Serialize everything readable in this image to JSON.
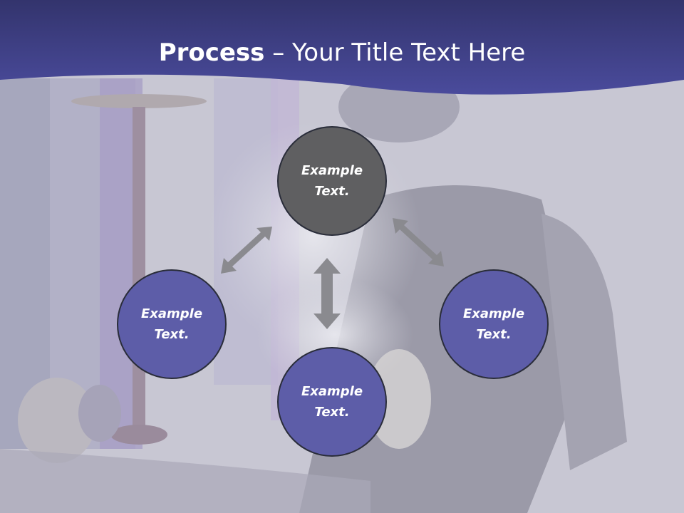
{
  "title": {
    "bold": "Process",
    "rest": " – Your Title Text Here"
  },
  "colors": {
    "band": "#3c3d8a",
    "center_node": "#5f5f61",
    "outer_node": "#5d5da8",
    "arrow": "#8a8a8f"
  },
  "diagram": {
    "nodes": [
      {
        "id": "top",
        "label": "Example Text."
      },
      {
        "id": "left",
        "label": "Example Text."
      },
      {
        "id": "right",
        "label": "Example Text."
      },
      {
        "id": "bottom",
        "label": "Example Text."
      }
    ],
    "arrows": [
      "top-left",
      "top-right",
      "top-bottom"
    ]
  }
}
